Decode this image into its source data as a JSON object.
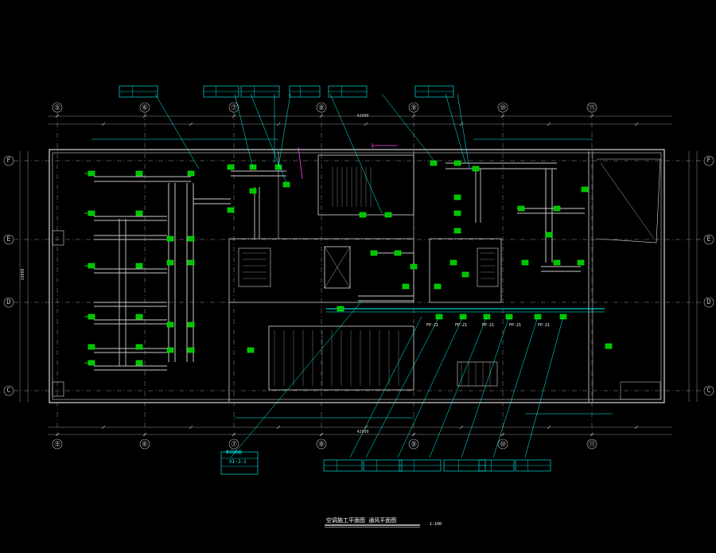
{
  "drawing": {
    "title": "空调施工平面图 通风平面图",
    "scale": "1:100",
    "background": "#000000"
  },
  "colors": {
    "wall": "#d8d8d8",
    "grid": "#bbbbbb",
    "duct": "#c9c9c9",
    "equipment": "#00ff00",
    "leader": "#00ffff",
    "accent": "#ff40ff",
    "dimension": "#00ffff"
  },
  "axis_labels": {
    "top": [
      "⑤",
      "⑥",
      "⑦",
      "⑧",
      "⑨",
      "⑩",
      "⑪"
    ],
    "bottom": [
      "⑤",
      "⑥",
      "⑦",
      "⑧",
      "⑨",
      "⑩",
      "⑪"
    ],
    "left": [
      "F",
      "E",
      "D",
      "C"
    ],
    "right": [
      "F",
      "E",
      "D",
      "C"
    ]
  },
  "dimensions": {
    "top_total": "42000",
    "bottom_total": "42000",
    "side_total": "18000"
  },
  "equipment_tags": {
    "fp": [
      "FP-21",
      "FP-21",
      "FP-21",
      "FP-21",
      "FP-21"
    ],
    "note": "新风机组",
    "unit_tag": "X1-J-1"
  }
}
